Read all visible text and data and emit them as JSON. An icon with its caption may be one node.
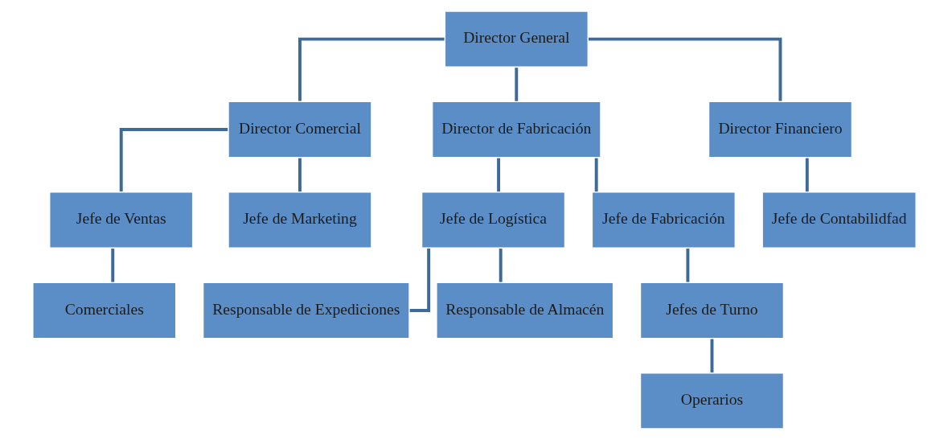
{
  "diagram": {
    "nodes": [
      {
        "text": [
          "Director General"
        ]
      },
      {
        "text": [
          "Director Comercial"
        ]
      },
      {
        "text": [
          "Director de Fabricación"
        ]
      },
      {
        "text": [
          "Director Financiero"
        ]
      },
      {
        "text": [
          "Jefe de Ventas"
        ]
      },
      {
        "text": [
          "Jefe de Marketing"
        ]
      },
      {
        "text": [
          "Jefe de Logística"
        ]
      },
      {
        "text": [
          "Jefe de Fabricación"
        ]
      },
      {
        "text": [
          "Jefe de Contabilidfad"
        ]
      },
      {
        "text": [
          "Comerciales"
        ]
      },
      {
        "text": [
          "Responsable de Expediciones"
        ]
      },
      {
        "text": [
          "Responsable de Almacén"
        ]
      },
      {
        "text": [
          "Jefes de Turno"
        ]
      },
      {
        "text": [
          "Operarios"
        ]
      }
    ],
    "edges": [
      {
        "from": 0,
        "to": 1,
        "arrow": "none"
      },
      {
        "from": 0,
        "to": 2,
        "arrow": "none"
      },
      {
        "from": 0,
        "to": 3,
        "arrow": "none"
      },
      {
        "from": 1,
        "to": 4,
        "arrow": "none"
      },
      {
        "from": 1,
        "to": 5,
        "arrow": "none"
      },
      {
        "from": 2,
        "to": 6,
        "arrow": "none"
      },
      {
        "from": 2,
        "to": 7,
        "arrow": "none"
      },
      {
        "from": 3,
        "to": 8,
        "arrow": "none"
      },
      {
        "from": 4,
        "to": 9,
        "arrow": "none"
      },
      {
        "from": 6,
        "to": 10,
        "arrow": "none"
      },
      {
        "from": 6,
        "to": 11,
        "arrow": "none"
      },
      {
        "from": 7,
        "to": 12,
        "arrow": "none"
      },
      {
        "from": 12,
        "to": 13,
        "arrow": "none"
      }
    ]
  }
}
